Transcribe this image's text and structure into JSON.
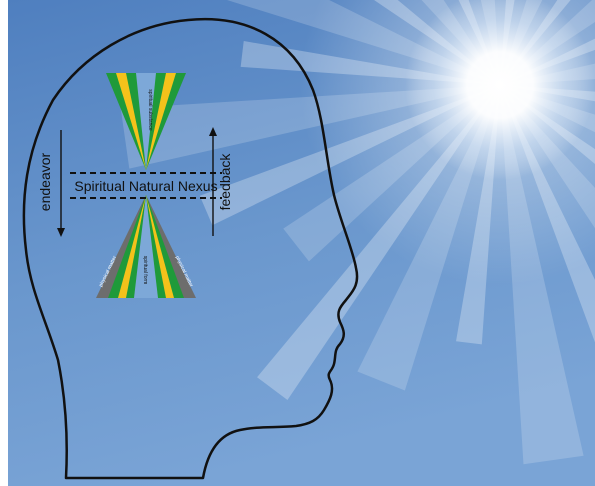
{
  "diagram": {
    "center_label": "Spiritual Natural Nexus",
    "left_arrow_label": "endeavor",
    "right_arrow_label": "feedback",
    "top_cone_label": "spiritual substance",
    "bottom_center_label": "spiritual form",
    "bottom_left_label": "physical matter",
    "bottom_right_label": "physical matter"
  },
  "colors": {
    "sky_top": "#5b89c4",
    "sky_bottom": "#6f9bd0",
    "sun": "#ffffff",
    "green": "#1f9a3a",
    "yellow": "#f4c21b",
    "blue": "#7da8d8",
    "gray": "#6d6d6d",
    "outline": "#111111"
  }
}
